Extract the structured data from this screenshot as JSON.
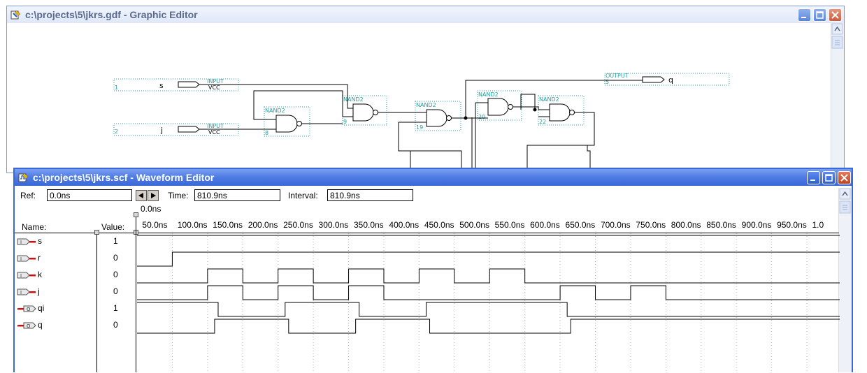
{
  "graphic_editor": {
    "title": "c:\\projects\\5\\jkrs.gdf - Graphic Editor",
    "pins": [
      {
        "name": "s",
        "type": "INPUT",
        "sub": "VCC",
        "index": "1"
      },
      {
        "name": "j",
        "type": "INPUT",
        "sub": "VCC",
        "index": "2"
      },
      {
        "name": "q",
        "type": "OUTPUT",
        "index": "5"
      }
    ],
    "gates": [
      {
        "label": "NAND2",
        "index": "8"
      },
      {
        "label": "NAND2",
        "index": "9"
      },
      {
        "label": "NAND2",
        "index": "19"
      },
      {
        "label": "NAND2",
        "index": "20"
      },
      {
        "label": "NAND2",
        "index": "22"
      }
    ]
  },
  "waveform_editor": {
    "title": "c:\\projects\\5\\jkrs.scf - Waveform Editor",
    "ref_label": "Ref:",
    "ref_value": "0.0ns",
    "time_label": "Time:",
    "time_value": "810.9ns",
    "interval_label": "Interval:",
    "interval_value": "810.9ns",
    "cursor_label": "0.0ns",
    "name_header": "Name:",
    "value_header": "Value:",
    "time_ticks": [
      "50.0ns",
      "100.0ns",
      "150.0ns",
      "200.0ns",
      "250.0ns",
      "300.0ns",
      "350.0ns",
      "400.0ns",
      "450.0ns",
      "500.0ns",
      "550.0ns",
      "600.0ns",
      "650.0ns",
      "700.0ns",
      "750.0ns",
      "800.0ns",
      "850.0ns",
      "900.0ns",
      "950.0ns",
      "1.0"
    ],
    "signals": [
      {
        "name": "s",
        "value": "1",
        "dir": "input",
        "initial": 1,
        "transitions": []
      },
      {
        "name": "r",
        "value": "0",
        "dir": "input",
        "initial": 0,
        "transitions": [
          50
        ]
      },
      {
        "name": "k",
        "value": "0",
        "dir": "input",
        "initial": 0,
        "transitions": [
          100,
          150,
          200,
          250,
          300,
          350,
          400,
          450,
          500,
          550
        ]
      },
      {
        "name": "j",
        "value": "0",
        "dir": "input",
        "initial": 0,
        "transitions": [
          100,
          150,
          200,
          250,
          300,
          350,
          600,
          650,
          700,
          750
        ]
      },
      {
        "name": "qi",
        "value": "1",
        "dir": "output",
        "initial": 1,
        "transitions": [
          115,
          210,
          315,
          410,
          610
        ]
      },
      {
        "name": "q",
        "value": "0",
        "dir": "output",
        "initial": 0,
        "transitions": [
          110,
          215,
          310,
          415,
          615
        ]
      }
    ]
  }
}
